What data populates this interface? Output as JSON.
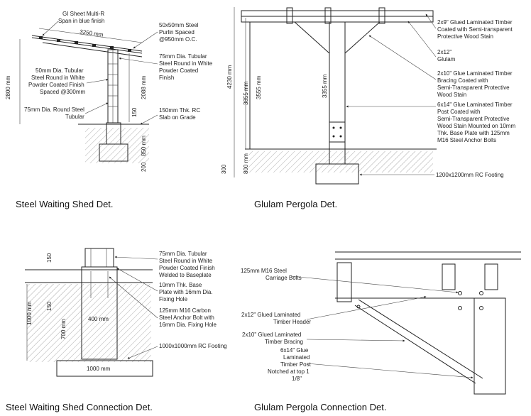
{
  "captions": {
    "steel_shed": "Steel Waiting Shed Det.",
    "glulam_pergola": "Glulam Pergola Det.",
    "steel_shed_conn": "Steel Waiting Shed Connection Det.",
    "glulam_pergola_conn": "Glulam Pergola Connection Det."
  },
  "steel_shed": {
    "labels": {
      "gi_sheet": [
        "GI Sheet Multi-R",
        "Span in blue finish"
      ],
      "purlin": [
        "50x50mm Steel",
        "Purlin Spaced",
        "@950mm O.C."
      ],
      "tubular_75": [
        "75mm Dia. Tubular",
        "Steel Round in White",
        "Powder Coated",
        "Finish"
      ],
      "tubular_50": [
        "50mm Dia. Tubular",
        "Steel Round in White",
        "Powder Coated Finish",
        "Spaced @300mm"
      ],
      "round_75": [
        "75mm Dia. Round Steel",
        "Tubular"
      ],
      "slab": [
        "150mm Thk. RC",
        "Slab on Grade"
      ]
    },
    "dims": {
      "span": "3250 mm",
      "height": "2800 mm",
      "post": "2088 mm",
      "slab": "150",
      "footing": "850 mm",
      "base": "200"
    }
  },
  "glulam_pergola": {
    "labels": {
      "glued_2x9": [
        "2x9\" Glued Laminated Timber",
        "Coated with Semi-transparent",
        "Protective Wood Stain"
      ],
      "glulam_2x12": [
        "2x12\"",
        "Glulam"
      ],
      "bracing_2x10": [
        "2x10\" Glue Laminated Timber",
        "Bracing Coated with",
        "Semi-Transparent Protective",
        "Wood Stain"
      ],
      "post_6x14": [
        "6x14\" Glue Laminated Timber",
        "Post Coated with",
        "Semi-Transparent Protective",
        "Wood Stain Mounted on 10mm",
        "Thk. Base Plate with 125mm",
        "M16 Steel Anchor Bolts"
      ],
      "footing": "1200x1200mm RC Footing"
    },
    "dims": {
      "total": "4230 mm",
      "d1": "3855 mm",
      "d2": "3555 mm",
      "d3": "3355 mm",
      "f1": "300",
      "f2": "800 mm"
    }
  },
  "steel_shed_conn": {
    "labels": {
      "tubular": [
        "75mm Dia. Tubular",
        "Steel Round in White",
        "Powder Coated Finish",
        "Welded to Baseplate"
      ],
      "base_plate": [
        "10mm Thk. Base",
        "Plate with 16mm Dia.",
        "Fixing Hole"
      ],
      "anchor": [
        "125mm M16 Carbon",
        "Steel Anchor Bolt  with",
        "16mm Dia. Fixing Hole"
      ],
      "footing": "1000x1000mm RC Footing"
    },
    "dims": {
      "d150a": "150",
      "d150b": "150",
      "d1000v": "1000 mm",
      "d700": "700 mm",
      "d400": "400 mm",
      "d1000h": "1000 mm"
    }
  },
  "glulam_pergola_conn": {
    "labels": {
      "bolts": [
        "125mm M16 Steel",
        "Carriage Bolts"
      ],
      "header": [
        "2x12\" Glued Laminated",
        "Timber Header"
      ],
      "bracing": [
        "2x10\" Glued Laminated",
        "Timber Bracing"
      ],
      "post": [
        "6x14\" Glue",
        "Laminated",
        "Timber Post",
        "Notched at top 1",
        "1/8\""
      ]
    }
  }
}
